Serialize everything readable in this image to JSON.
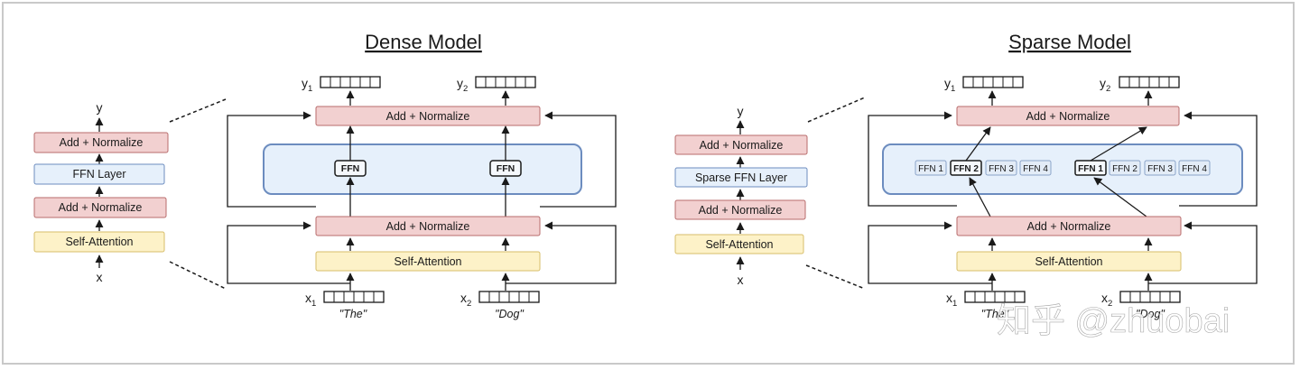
{
  "colors": {
    "norm_fill": "#f2d0d0",
    "norm_stroke": "#b86b6b",
    "attn_fill": "#fdf2c8",
    "attn_stroke": "#d7bd6a",
    "ffn_fill": "#e6f0fb",
    "ffn_stroke": "#6c8cbf",
    "line": "#1a1a1a"
  },
  "dense": {
    "title": "Dense Model",
    "stack": {
      "y": "y",
      "x": "x",
      "top_norm": "Add + Normalize",
      "ffn": "FFN Layer",
      "mid_norm": "Add + Normalize",
      "attn": "Self-Attention"
    },
    "detail": {
      "top_norm": "Add + Normalize",
      "mid_norm": "Add + Normalize",
      "attn": "Self-Attention",
      "ffn_1": "FFN",
      "ffn_2": "FFN",
      "y1": "y",
      "y1_sub": "1",
      "y2": "y",
      "y2_sub": "2",
      "x1": "x",
      "x1_sub": "1",
      "x2": "x",
      "x2_sub": "2",
      "token_1": "\"The\"",
      "token_2": "\"Dog\""
    }
  },
  "sparse": {
    "title": "Sparse Model",
    "stack": {
      "y": "y",
      "x": "x",
      "top_norm": "Add + Normalize",
      "ffn": "Sparse FFN Layer",
      "mid_norm": "Add + Normalize",
      "attn": "Self-Attention"
    },
    "detail": {
      "top_norm": "Add + Normalize",
      "mid_norm": "Add + Normalize",
      "attn": "Self-Attention",
      "experts_left": [
        "FFN 1",
        "FFN 2",
        "FFN 3",
        "FFN 4"
      ],
      "experts_right": [
        "FFN 1",
        "FFN 2",
        "FFN 3",
        "FFN 4"
      ],
      "y1": "y",
      "y1_sub": "1",
      "y2": "y",
      "y2_sub": "2",
      "x1": "x",
      "x1_sub": "1",
      "x2": "x",
      "x2_sub": "2",
      "token_1": "\"The\"",
      "token_2": "\"Dog\""
    }
  },
  "watermark": "知乎 @zhuobai"
}
